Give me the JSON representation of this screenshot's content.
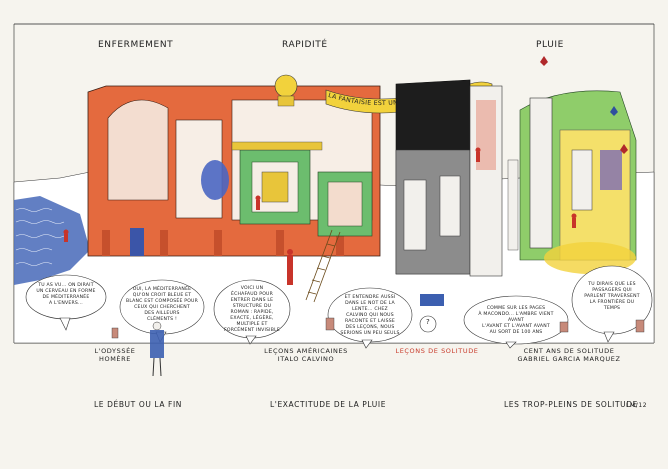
{
  "headers": {
    "left": "ENFERMEMENT",
    "middle": "RAPIDITÉ",
    "right": "PLUIE"
  },
  "banner": "LA FANTAISIE EST UN LIEU OÙ IL PLEUT",
  "bubbles": [
    "TU AS VU... ON DIRAIT\nUN CERVEAU EN FORME\nDE MÉDITERRANÉE\nA L'ENVERS...",
    "OUI, LA MÉDITERRANÉE\nQU'ON CROIT BLEUE ET\nBLANC EST COMPOSÉE POUR\nCEUX QUI CHERCHENT\nDES AILLEURS\nCLÉMENTS !",
    "VOICI UN\nÉCHAFAUD POUR\nENTRER DANS LE\nSTRUCTURE DU\nROMAN : RAPIDE,\nEXACTE, LÉGÈRE,\nMULTIPLE ET\nFORCÉMENT INVISIBLE",
    "ET ENTENDRE AUSSI\nDANS LE NOT DE LA\nLENTE... CHEZ\nCALVINO QUI NOUS\nRACONTE ET LAISSE\nDES LEÇONS, NOUS\nSERIONS UN PEU SEULS",
    "?",
    "COMME SUR LES PAGES\nÀ MACONDO... L'AMBRE VIENT AVANT\nL'AVANT ET L'AVANT AVANT\nAU SORT DE 100 ANS",
    "TU DIRAIS QUE LES\nPASSAGERS QUI\nPARLENT TRAVERSENT\nLA FRONTIÈRE DU\nTEMPS"
  ],
  "captions": [
    {
      "line1": "L'ODYSSÉE",
      "line2": "HOMÈRE"
    },
    {
      "line1": "LEÇONS AMÉRICAINES",
      "line2": "ITALO CALVINO"
    },
    {
      "line1": "LEÇONS DE SOLITUDE",
      "line2": ""
    },
    {
      "line1": "CENT ANS DE SOLITUDE",
      "line2": "GABRIEL GARCIA MARQUEZ"
    }
  ],
  "bottom_labels": {
    "left": "LE DÉBUT OU LA FIN",
    "middle": "L'EXACTITUDE DE LA PLUIE",
    "right": "LES TROP-PLEINS DE SOLITUDE"
  },
  "signature": "LM/12",
  "colors": {
    "paper": "#f6f4ee",
    "orange": "#e0643a",
    "green": "#66b86a",
    "yellow": "#f2d23c",
    "blue": "#3c5fb0",
    "purple": "#8a6cc0",
    "red_text": "#c83a2a",
    "grey": "#8a8a8a",
    "black": "#1b1b1b"
  }
}
